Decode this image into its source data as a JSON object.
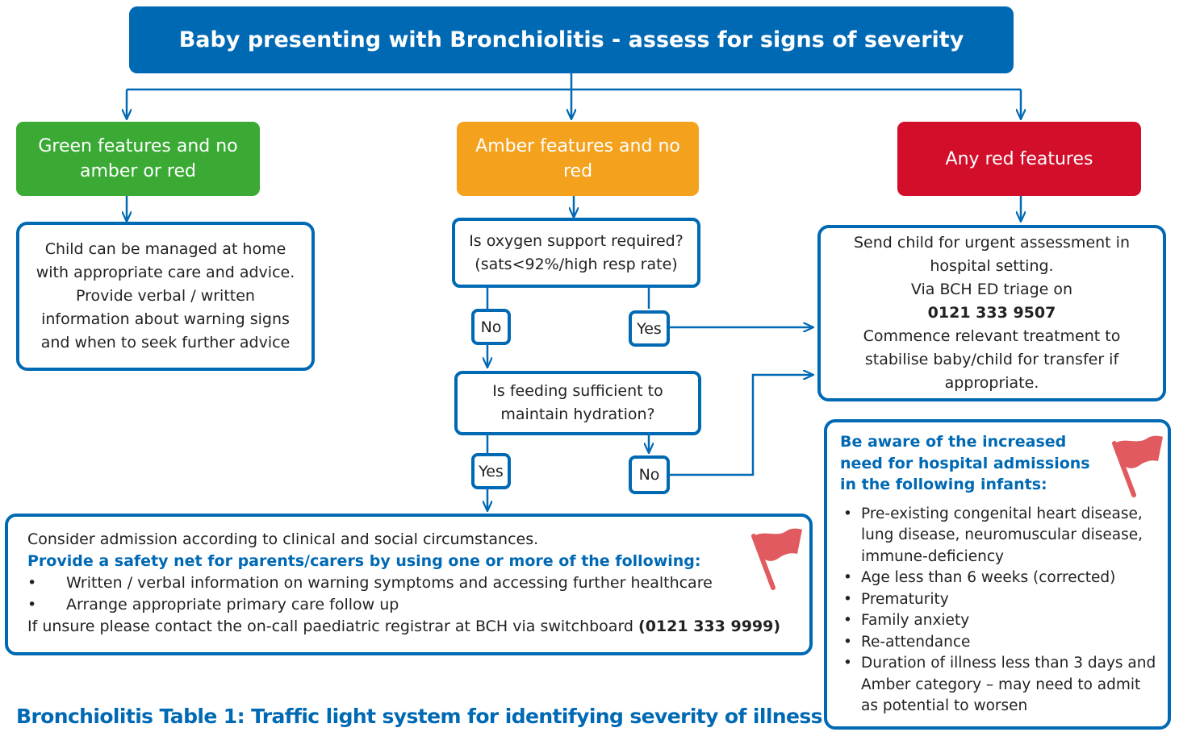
{
  "title": "Baby presenting with Bronchiolitis - assess for signs of severity",
  "categories": {
    "green": "Green features and no amber or red",
    "amber": "Amber features and no red",
    "red": "Any red features"
  },
  "green_outcome": "Child can be managed at home with appropriate care and advice. Provide verbal / written information about warning signs and when to seek further advice",
  "oxygen_question": {
    "line1": "Is oxygen support required?",
    "line2": "(sats<92%/high resp rate)"
  },
  "feeding_question": {
    "line1": "Is feeding sufficient to",
    "line2": "maintain hydration?"
  },
  "labels": {
    "no": "No",
    "yes": "Yes"
  },
  "red_outcome": {
    "line1": "Send child for urgent assessment in hospital setting.",
    "line2": "Via BCH ED triage on",
    "phone": "0121 333 9507",
    "line3": "Commence relevant treatment to stabilise baby/child for transfer if appropriate."
  },
  "advice": {
    "intro": "Consider admission according to clinical and social circumstances.",
    "heading": "Provide a safety net for parents/carers by using one or more of the following:",
    "bullets": [
      "Written / verbal information on warning symptoms and accessing further healthcare",
      "Arrange appropriate primary care follow up"
    ],
    "contact": "If unsure please contact the on-call paediatric registrar at BCH via switchboard",
    "contact_phone": "(0121 333 9999)"
  },
  "aware": {
    "heading": "Be aware of the increased need for hospital admissions in the following infants:",
    "bullets": [
      "Pre-existing congenital heart disease, lung disease, neuromuscular disease, immune-deficiency",
      "Age less than 6 weeks (corrected)",
      "Prematurity",
      "Family anxiety",
      "Re-attendance",
      "Duration of illness less than 3 days and Amber category – may need to admit as potential to worsen"
    ]
  },
  "footer_title": "Bronchiolitis Table 1: Traffic light system for identifying severity of illness",
  "colors": {
    "blue": "#0069b4",
    "green": "#3aaa35",
    "amber": "#f4a21e",
    "red": "#d20e2a",
    "flag": "#e05a5f"
  },
  "icons": [
    "flag-icon"
  ]
}
